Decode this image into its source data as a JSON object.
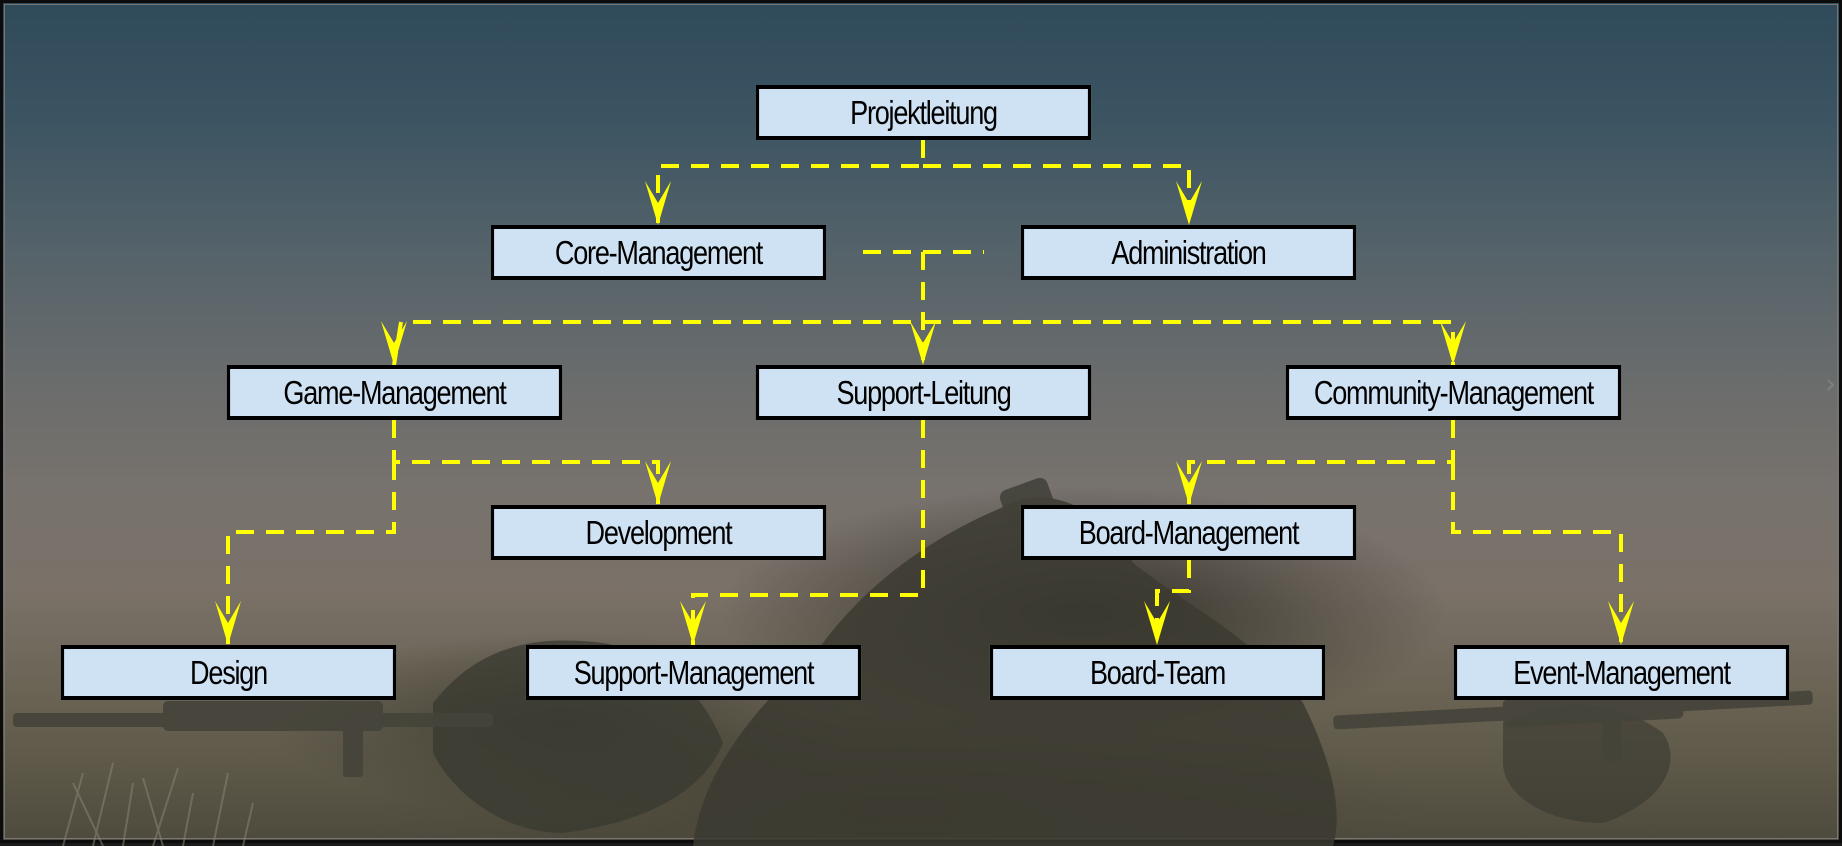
{
  "diagram": {
    "title": "Organigramm",
    "connector_color": "#ffff00",
    "node_fill": "#cfe2f3",
    "node_border": "#000000",
    "nodes": [
      {
        "id": "projektleitung",
        "label": "Projektleitung",
        "level": 1
      },
      {
        "id": "core-management",
        "label": "Core-Management",
        "level": 2
      },
      {
        "id": "administration",
        "label": "Administration",
        "level": 2
      },
      {
        "id": "game-management",
        "label": "Game-Management",
        "level": 3
      },
      {
        "id": "support-leitung",
        "label": "Support-Leitung",
        "level": 3
      },
      {
        "id": "community-management",
        "label": "Community-Management",
        "level": 3
      },
      {
        "id": "development",
        "label": "Development",
        "level": 4
      },
      {
        "id": "board-management",
        "label": "Board-Management",
        "level": 4
      },
      {
        "id": "design",
        "label": "Design",
        "level": 5
      },
      {
        "id": "support-management",
        "label": "Support-Management",
        "level": 5
      },
      {
        "id": "board-team",
        "label": "Board-Team",
        "level": 5
      },
      {
        "id": "event-management",
        "label": "Event-Management",
        "level": 5
      }
    ],
    "edges": [
      {
        "from": "projektleitung",
        "to": "core-management"
      },
      {
        "from": "projektleitung",
        "to": "administration"
      },
      {
        "from": "core-management",
        "to": "game-management"
      },
      {
        "from": "core-management",
        "to": "support-leitung"
      },
      {
        "from": "core-management",
        "to": "community-management"
      },
      {
        "from": "administration",
        "to": "game-management"
      },
      {
        "from": "administration",
        "to": "support-leitung"
      },
      {
        "from": "administration",
        "to": "community-management"
      },
      {
        "from": "game-management",
        "to": "development"
      },
      {
        "from": "game-management",
        "to": "design"
      },
      {
        "from": "support-leitung",
        "to": "support-management"
      },
      {
        "from": "community-management",
        "to": "board-management"
      },
      {
        "from": "community-management",
        "to": "event-management"
      },
      {
        "from": "board-management",
        "to": "board-team"
      }
    ]
  },
  "navigation": {
    "next_icon": "chevron-right-icon",
    "next_glyph": "›"
  }
}
